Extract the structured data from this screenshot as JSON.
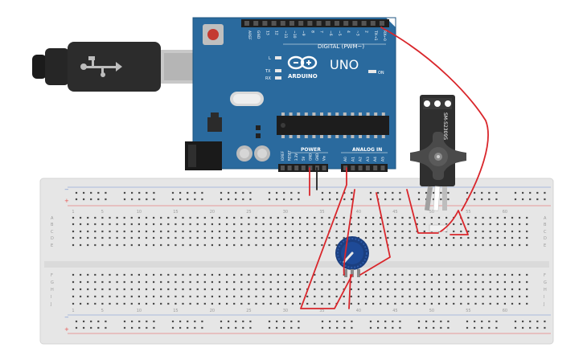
{
  "board": {
    "brand": "ARDUINO",
    "model": "UNO",
    "digital_header_label": "DIGITAL (PWM~)",
    "power_label": "POWER",
    "analog_label": "ANALOG IN",
    "on_label": "ON",
    "led_l": "L",
    "led_tx": "TX",
    "led_rx": "RX",
    "digital_pins": [
      "AREF",
      "GND",
      "13",
      "12",
      "~11",
      "~10",
      "~9",
      "8",
      "7",
      "~6",
      "~5",
      "4",
      "~3",
      "2",
      "TX→1",
      "RX←0"
    ],
    "power_pins": [
      "IOREF",
      "RESET",
      "3.3V",
      "5V",
      "GND",
      "GND",
      "Vin"
    ],
    "analog_pins": [
      "A0",
      "A1",
      "A2",
      "A3",
      "A4",
      "A5"
    ]
  },
  "servo": {
    "model": "SM-S2309S"
  },
  "breadboard": {
    "row_letters_top": [
      "A",
      "B",
      "C",
      "D",
      "E"
    ],
    "row_letters_bottom": [
      "F",
      "G",
      "H",
      "I",
      "J"
    ],
    "column_numbers": [
      "1",
      "5",
      "10",
      "15",
      "20",
      "25",
      "30",
      "35",
      "40",
      "45",
      "50",
      "55",
      "60"
    ],
    "rail_minus": "−",
    "rail_plus": "+"
  },
  "colors": {
    "board_blue": "#2a6a9e",
    "wire_red": "#d9262b",
    "wire_black": "#222222",
    "breadboard": "#e6e6e6",
    "rail_red": "#e8514e"
  }
}
